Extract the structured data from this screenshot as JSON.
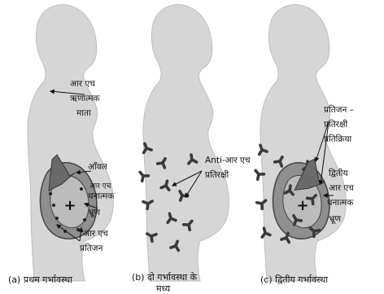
{
  "panel_a": {
    "caption": "(a) प्रथम गर्भावस्था",
    "label_mother_1": "आर एच",
    "label_mother_2": "ऋणात्मक",
    "label_mother_3": "माता",
    "label_placenta": "आँवल",
    "label_fetus_1": "आर एच",
    "label_fetus_2": "धनात्मक",
    "label_fetus_3": "भ्रूण",
    "label_antigen_1": "आर एच",
    "label_antigen_2": "प्रतिजन"
  },
  "panel_b": {
    "caption_1": "(b) दो गर्भावस्था के",
    "caption_2": "मध्य",
    "label_antibody_1": "Anti-आर एच",
    "label_antibody_2": "प्रतिरक्षी"
  },
  "panel_c": {
    "caption": "(c) द्वितीय गर्भावस्था",
    "label_reaction_1": "प्रतिजन –",
    "label_reaction_2": "प्रतिरक्षी",
    "label_reaction_3": "प्रतिक्रिया",
    "label_fetus2_1": "द्वितीय",
    "label_fetus2_2": "आर एच",
    "label_fetus2_3": "धनात्मक",
    "label_fetus2_4": "भ्रूण"
  },
  "colors": {
    "silhouette": "#d6d6d6",
    "silhouette_edge": "#bdbdbd",
    "womb": "#8f8f8f",
    "antibody": "#3a3a3a",
    "arrow": "#6a6a6a"
  }
}
